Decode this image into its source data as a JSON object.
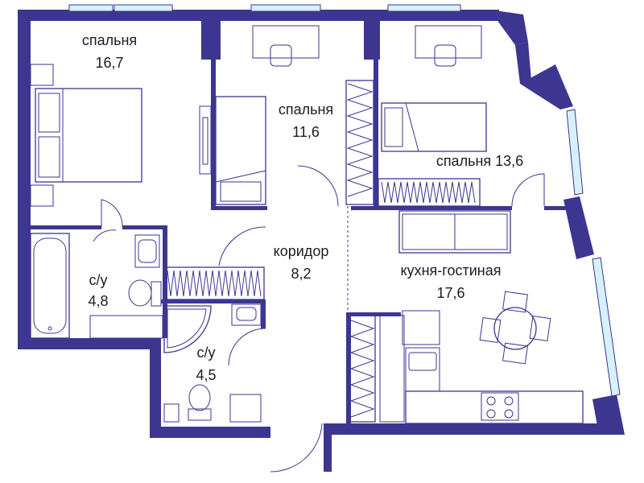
{
  "colors": {
    "wall": "#3d3690",
    "line": "#3d3690",
    "glass": "#d7f1fb",
    "text": "#1c1c24"
  },
  "rooms": [
    {
      "id": "bedroom-1",
      "name": "спальня",
      "area": "16,7"
    },
    {
      "id": "bedroom-2",
      "name": "спальня",
      "area": "11,6"
    },
    {
      "id": "bedroom-3",
      "name": "спальня 13,6"
    },
    {
      "id": "corridor",
      "name": "коридор",
      "area": "8,2"
    },
    {
      "id": "bathroom-1",
      "name": "с/у",
      "area": "4,8"
    },
    {
      "id": "bathroom-2",
      "name": "с/у",
      "area": "4,5"
    },
    {
      "id": "kitchen-living",
      "name": "кухня-гостиная",
      "area": "17,6"
    }
  ],
  "icons": [
    "bed-icon",
    "desk-icon",
    "chair-icon",
    "wardrobe-icon",
    "bathtub-icon",
    "toilet-icon",
    "sink-icon",
    "shower-icon",
    "sofa-icon",
    "dining-table-icon",
    "stove-icon",
    "door-icon",
    "window-icon"
  ]
}
